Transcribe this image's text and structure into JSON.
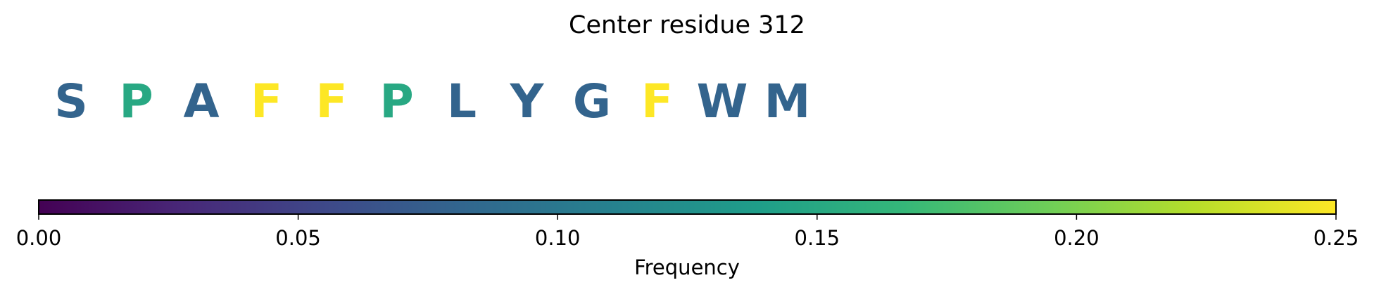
{
  "chart_data": {
    "type": "table",
    "title": "Center residue 312",
    "residues": [
      {
        "letter": "S",
        "frequency": 0.08
      },
      {
        "letter": "P",
        "frequency": 0.15
      },
      {
        "letter": "A",
        "frequency": 0.08
      },
      {
        "letter": "F",
        "frequency": 0.25
      },
      {
        "letter": "F",
        "frequency": 0.25
      },
      {
        "letter": "P",
        "frequency": 0.15
      },
      {
        "letter": "L",
        "frequency": 0.08
      },
      {
        "letter": "Y",
        "frequency": 0.08
      },
      {
        "letter": "G",
        "frequency": 0.08
      },
      {
        "letter": "F",
        "frequency": 0.25
      },
      {
        "letter": "W",
        "frequency": 0.08
      },
      {
        "letter": "M",
        "frequency": 0.08
      }
    ],
    "colorbar": {
      "label": "Frequency",
      "colormap": "viridis",
      "range": [
        0,
        0.25
      ],
      "ticks": [
        "0.00",
        "0.05",
        "0.10",
        "0.15",
        "0.20",
        "0.25"
      ],
      "orientation": "horizontal",
      "stops": [
        "#440154",
        "#482878",
        "#3e4989",
        "#31688e",
        "#26828e",
        "#1f9e89",
        "#35b779",
        "#6ece58",
        "#b5de2b",
        "#fde725"
      ]
    }
  }
}
